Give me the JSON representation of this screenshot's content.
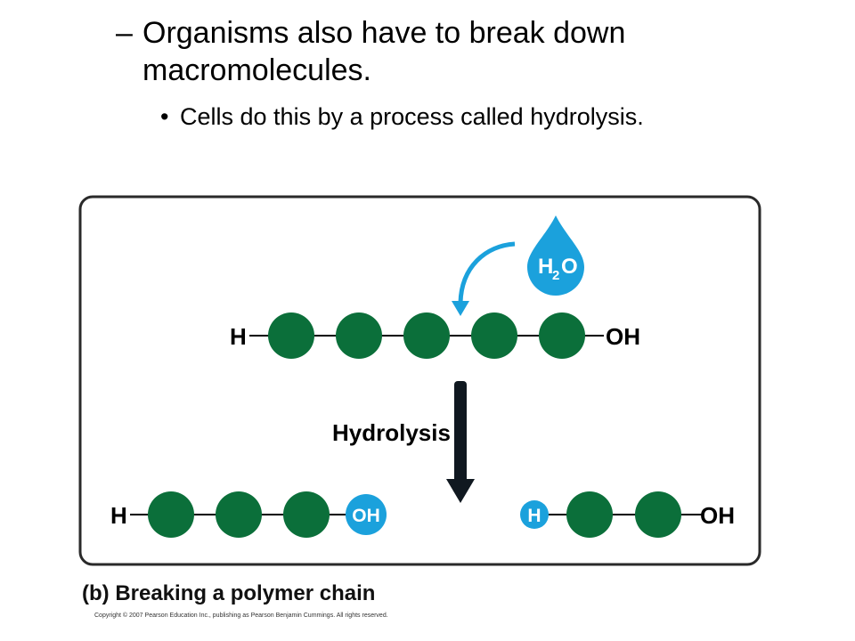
{
  "bullets": {
    "dash": "–",
    "line1": "Organisms also have to break down",
    "line2": "macromolecules.",
    "dot": "•",
    "sub": "Cells do this by a process called hydrolysis."
  },
  "diagram": {
    "water_h": "H",
    "water_sub": "2",
    "water_o": "O",
    "top_left_end": "H",
    "top_right_end": "OH",
    "process_label": "Hydrolysis",
    "bottom_left_start": "H",
    "bottom_left_end": "OH",
    "bottom_right_start": "H",
    "bottom_right_end": "OH",
    "caption": "(b) Breaking a polymer chain",
    "copyright": "Copyright © 2007 Pearson Education Inc., publishing as Pearson Benjamin Cummings. All rights reserved.",
    "colors": {
      "monomer": "#0b6f3a",
      "water": "#1ba1dc",
      "arrow_dark": "#101820",
      "frame": "#2a2a2a"
    }
  }
}
